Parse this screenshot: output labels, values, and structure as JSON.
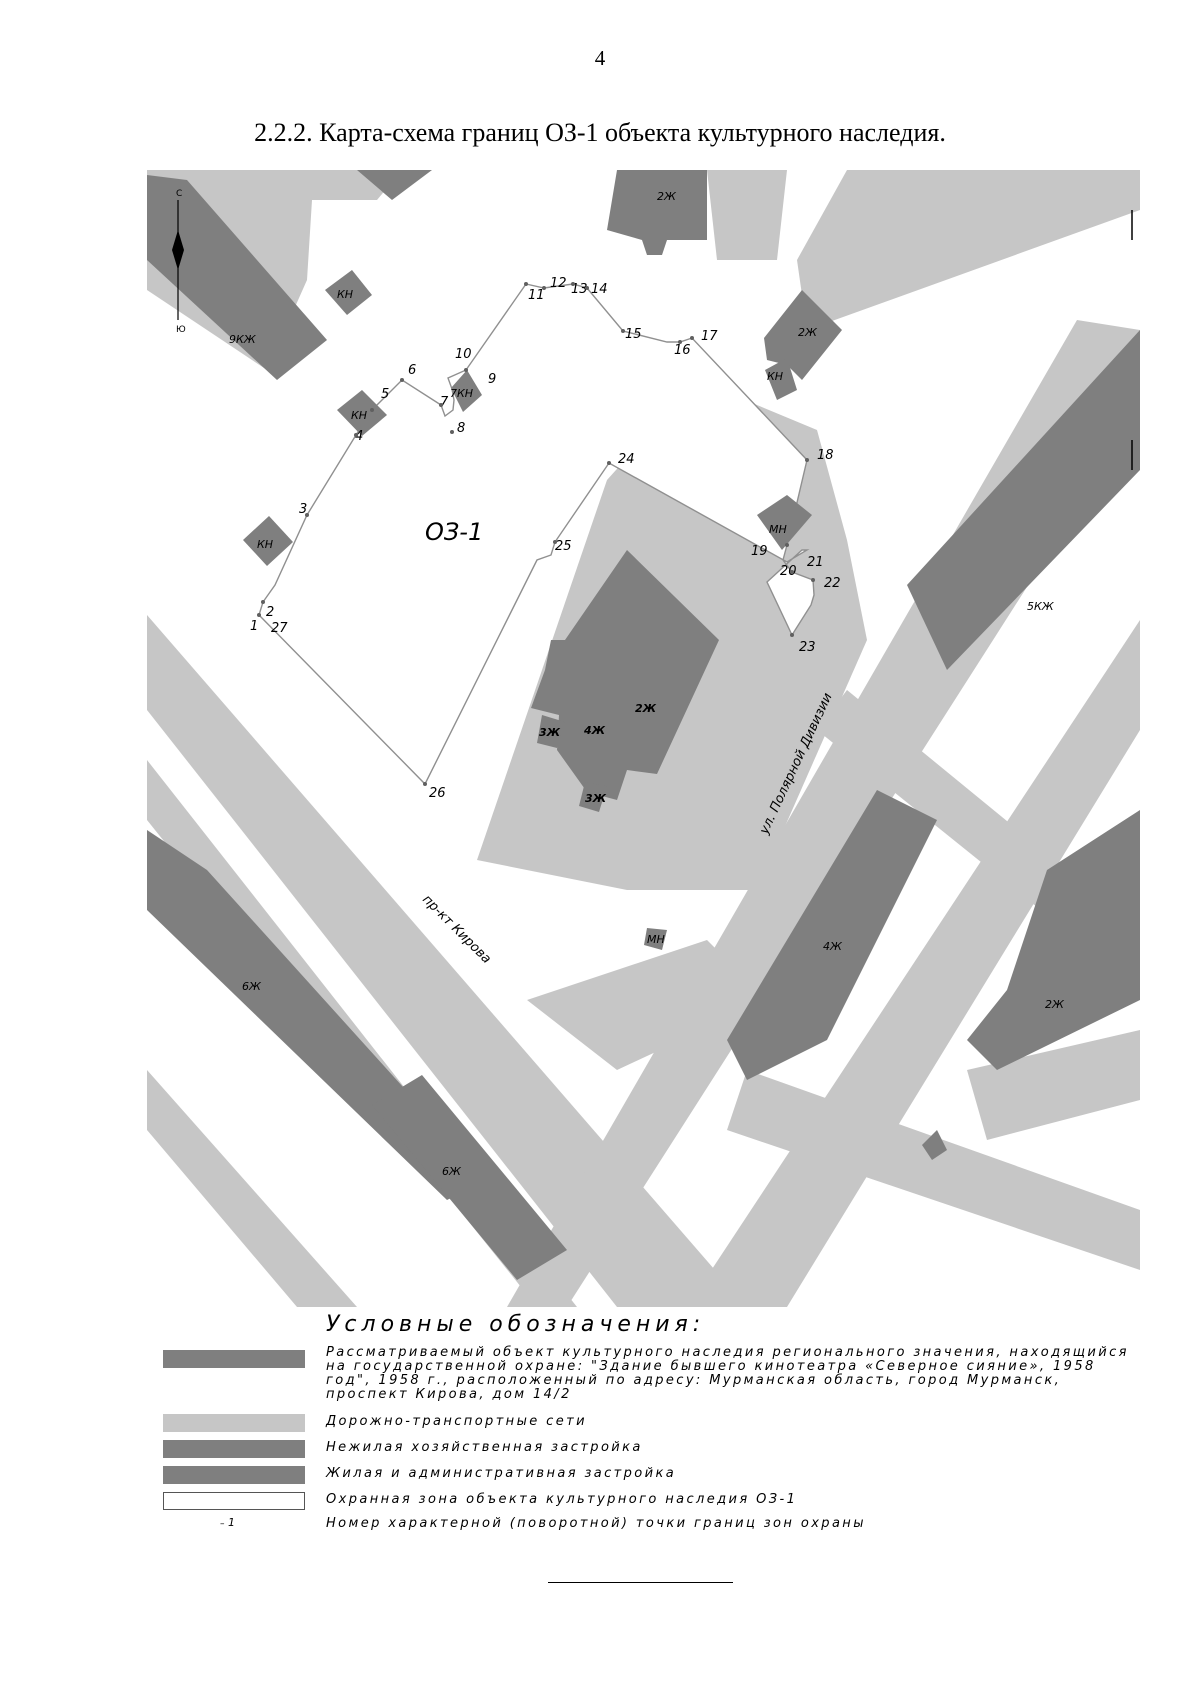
{
  "page": {
    "number": "4",
    "heading": "2.2.2. Карта-схема границ ОЗ-1 объекта культурного наследия."
  },
  "map": {
    "zone_label": "ОЗ-1",
    "street_labels": {
      "kirova": "пр-кт Кирова",
      "polyarnoy_divizii": "ул. Полярной Дивизии"
    },
    "compass": {
      "north": "С",
      "south": "Ю"
    },
    "building_labels": [
      "9КЖ",
      "КН",
      "КН",
      "КН",
      "7КН",
      "КН",
      "2Ж",
      "2Ж",
      "КН",
      "МН",
      "2Ж",
      "3Ж",
      "4Ж",
      "3Ж",
      "МН",
      "5КЖ",
      "6Ж",
      "6Ж",
      "4Ж",
      "2Ж"
    ],
    "boundary_points": [
      "1",
      "2",
      "3",
      "4",
      "5",
      "6",
      "7",
      "8",
      "9",
      "10",
      "11",
      "12",
      "13",
      "14",
      "15",
      "16",
      "17",
      "18",
      "19",
      "20",
      "21",
      "22",
      "23",
      "24",
      "25",
      "26",
      "27"
    ],
    "colors": {
      "road": "#c6c6c6",
      "building": "#7f7f7f",
      "zone": "#ffffff",
      "boundary_line": "#909090"
    }
  },
  "legend": {
    "title": "Условные обозначения:",
    "items": [
      {
        "text": "Рассматриваемый объект культурного наследия регионального значения, находящийся на государственной охране: \"Здание бывшего кинотеатра «Северное сияние», 1958 год\", 1958 г., расположенный по адресу: Мурманская область, город Мурманск, проспект Кирова, дом 14/2",
        "swatch": "#7f7f7f"
      },
      {
        "text": "Дорожно-транспортные сети",
        "swatch": "#c6c6c6"
      },
      {
        "text": "Нежилая хозяйственная застройка",
        "swatch": "#7f7f7f"
      },
      {
        "text": "Жилая и административная застройка",
        "swatch": "#7f7f7f"
      },
      {
        "text": "Охранная зона объекта культурного наследия ОЗ-1",
        "swatch": "#ffffff"
      },
      {
        "text": "Номер характерной (поворотной) точки границ зон охраны",
        "marker": "1"
      }
    ]
  }
}
